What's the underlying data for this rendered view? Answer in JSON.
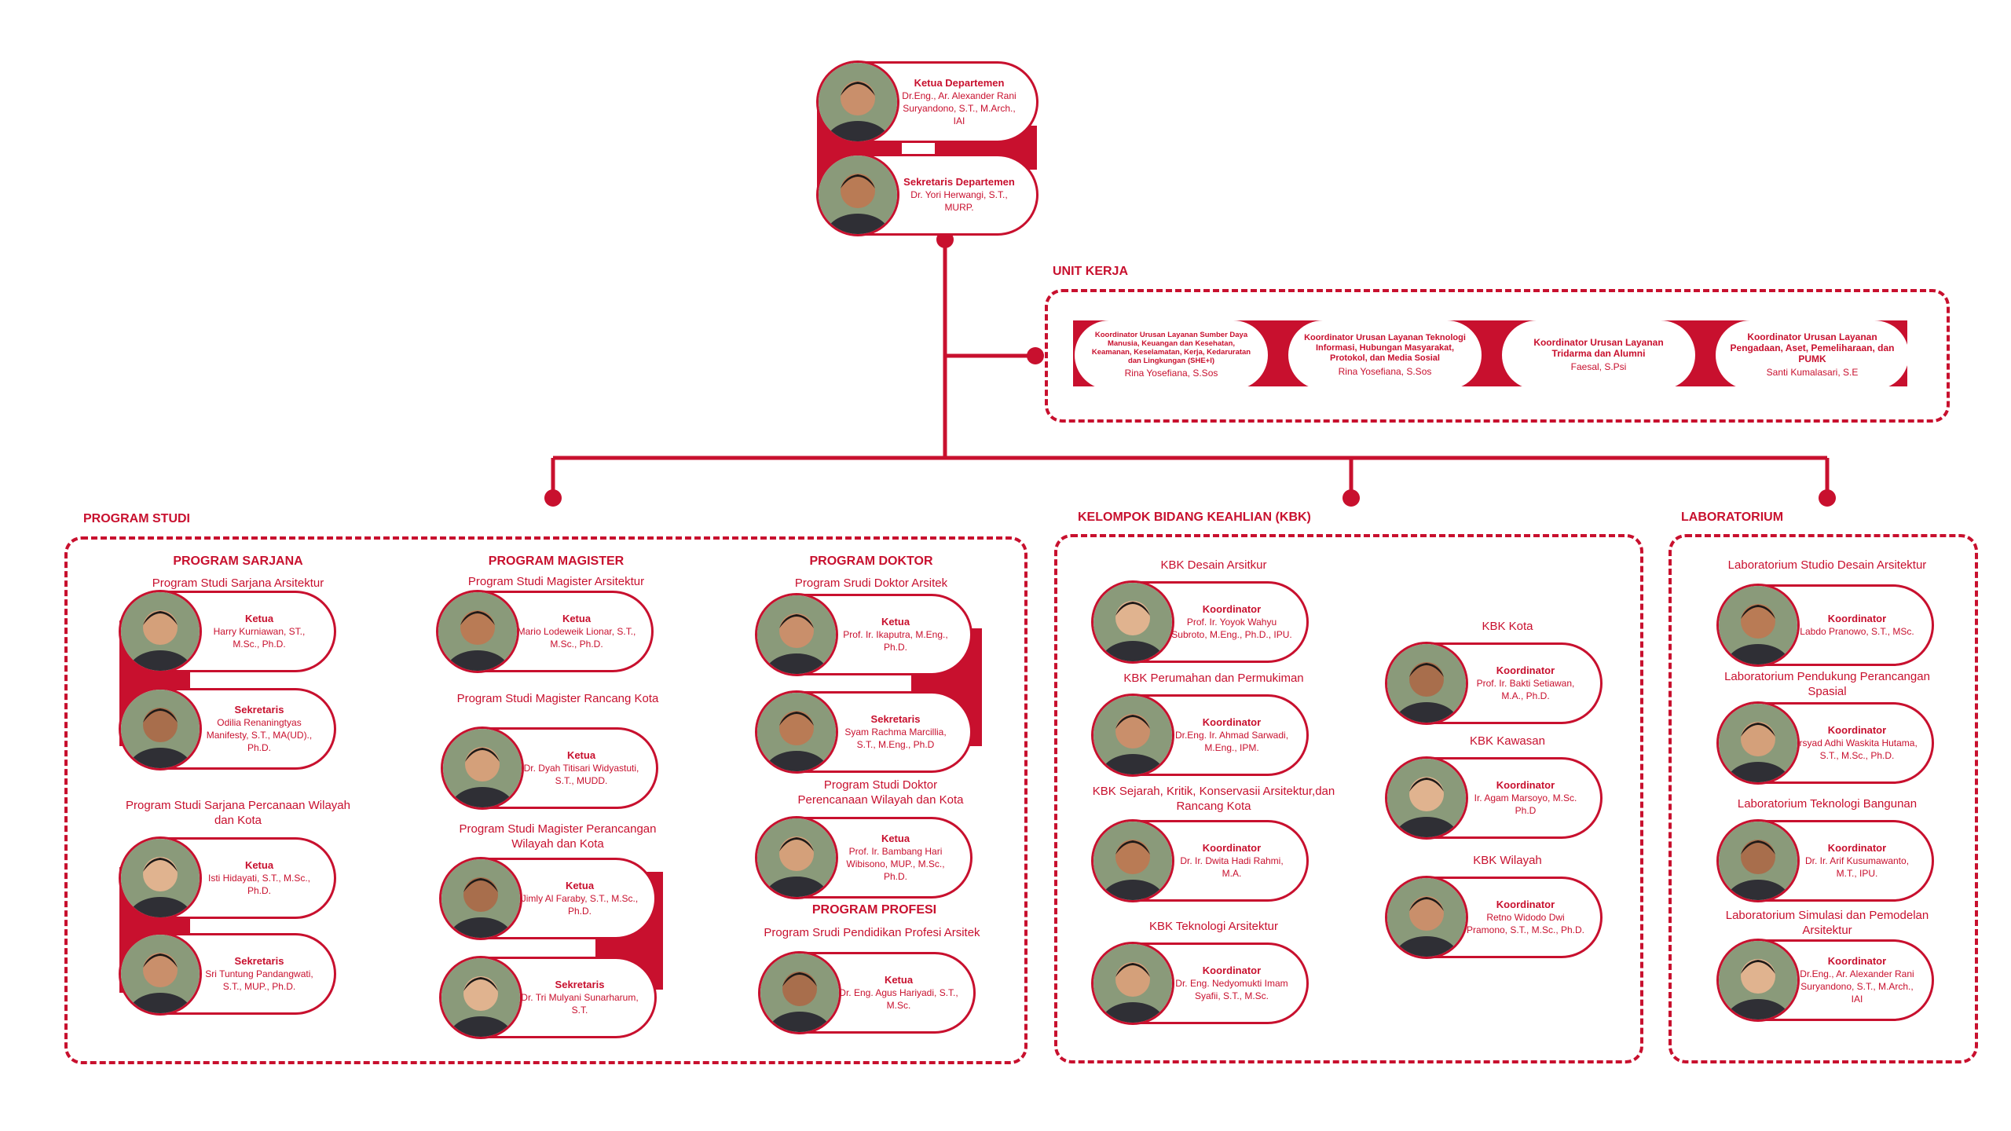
{
  "head": [
    {
      "role": "Ketua Departemen",
      "name": "Dr.Eng., Ar. Alexander Rani Suryandono, S.T., M.Arch., IAI"
    },
    {
      "role": "Sekretaris Departemen",
      "name": "Dr. Yori Herwangi, S.T., MURP."
    }
  ],
  "unit_kerja": {
    "title": "UNIT KERJA",
    "items": [
      {
        "role": "Koordinator Urusan Layanan Sumber Daya Manusia, Keuangan dan Kesehatan, Keamanan, Keselamatan, Kerja, Kedaruratan dan Lingkungan (SHE+I)",
        "name": "Rina Yosefiana, S.Sos"
      },
      {
        "role": "Koordinator Urusan Layanan Teknologi Informasi, Hubungan Masyarakat, Protokol, dan Media Sosial",
        "name": "Rina Yosefiana, S.Sos"
      },
      {
        "role": "Koordinator Urusan Layanan Tridarma dan Alumni",
        "name": "Faesal, S.Psi"
      },
      {
        "role": "Koordinator Urusan Layanan Pengadaan, Aset, Pemeliharaan, dan PUMK",
        "name": "Santi Kumalasari, S.E"
      }
    ]
  },
  "program_studi": {
    "title": "PROGRAM STUDI",
    "sarjana": {
      "title": "PROGRAM SARJANA",
      "ars_title": "Program Studi Sarjana Arsitektur",
      "ars": [
        {
          "role": "Ketua",
          "name": "Harry Kurniawan, ST., M.Sc., Ph.D."
        },
        {
          "role": "Sekretaris",
          "name": "Odilia Renaningtyas Manifesty, S.T., MA(UD)., Ph.D."
        }
      ],
      "pwk_title": "Program Studi Sarjana Percanaan Wilayah dan Kota",
      "pwk": [
        {
          "role": "Ketua",
          "name": "Isti Hidayati, S.T., M.Sc., Ph.D."
        },
        {
          "role": "Sekretaris",
          "name": "Sri Tuntung Pandangwati, S.T., MUP., Ph.D."
        }
      ]
    },
    "magister": {
      "title": "PROGRAM MAGISTER",
      "ars_title": "Program Studi Magister Arsitektur",
      "ars": [
        {
          "role": "Ketua",
          "name": "Mario Lodeweik Lionar, S.T., M.Sc., Ph.D."
        }
      ],
      "rk_title": "Program Studi Magister Rancang Kota",
      "rk": [
        {
          "role": "Ketua",
          "name": "Dr. Dyah Titisari Widyastuti, S.T., MUDD."
        }
      ],
      "pwk_title": "Program Studi Magister Perancangan Wilayah dan Kota",
      "pwk": [
        {
          "role": "Ketua",
          "name": "Jimly Al Faraby, S.T., M.Sc., Ph.D."
        },
        {
          "role": "Sekretaris",
          "name": "Dr. Tri Mulyani Sunarharum, S.T."
        }
      ]
    },
    "doktor": {
      "title": "PROGRAM DOKTOR",
      "ars_title": "Program Srudi Doktor Arsitek",
      "ars": [
        {
          "role": "Ketua",
          "name": "Prof. Ir. Ikaputra, M.Eng., Ph.D."
        },
        {
          "role": "Sekretaris",
          "name": "Syam Rachma Marcillia, S.T., M.Eng., Ph.D"
        }
      ],
      "pwk_title": "Program Studi Doktor Perencanaan Wilayah dan Kota",
      "pwk": [
        {
          "role": "Ketua",
          "name": "Prof. Ir. Bambang Hari Wibisono, MUP., M.Sc., Ph.D."
        }
      ]
    },
    "profesi": {
      "title": "PROGRAM PROFESI",
      "sub_title": "Program Srudi Pendidikan Profesi Arsitek",
      "items": [
        {
          "role": "Ketua",
          "name": "Dr. Eng. Agus Hariyadi, S.T., M.Sc."
        }
      ]
    }
  },
  "kbk": {
    "title": "KELOMPOK BIDANG KEAHLIAN (KBK)",
    "left": [
      {
        "title": "KBK Desain Arsitkur",
        "role": "Koordinator",
        "name": "Prof. Ir. Yoyok Wahyu Subroto, M.Eng., Ph.D., IPU."
      },
      {
        "title": "KBK Perumahan dan Permukiman",
        "role": "Koordinator",
        "name": "Dr.Eng. Ir. Ahmad Sarwadi, M.Eng., IPM."
      },
      {
        "title": "KBK Sejarah, Kritik, Konservasii Arsitektur,dan Rancang Kota",
        "role": "Koordinator",
        "name": "Dr. Ir. Dwita Hadi Rahmi, M.A."
      },
      {
        "title": "KBK Teknologi Arsitektur",
        "role": "Koordinator",
        "name": "Dr. Eng. Nedyomukti Imam Syafii, S.T., M.Sc."
      }
    ],
    "right": [
      {
        "title": "KBK Kota",
        "role": "Koordinator",
        "name": "Prof. Ir. Bakti Setiawan, M.A., Ph.D."
      },
      {
        "title": "KBK Kawasan",
        "role": "Koordinator",
        "name": "Ir. Agam Marsoyo, M.Sc. Ph.D"
      },
      {
        "title": "KBK Wilayah",
        "role": "Koordinator",
        "name": "Retno Widodo Dwi Pramono, S.T., M.Sc., Ph.D."
      }
    ]
  },
  "lab": {
    "title": "LABORATORIUM",
    "items": [
      {
        "title": "Laboratorium Studio Desain Arsitektur",
        "role": "Koordinator",
        "name": "Labdo Pranowo, S.T., MSc."
      },
      {
        "title": "Laboratorium Pendukung Perancangan Spasial",
        "role": "Koordinator",
        "name": "Irsyad Adhi Waskita Hutama, S.T., M.Sc., Ph.D."
      },
      {
        "title": "Laboratorium Teknologi Bangunan",
        "role": "Koordinator",
        "name": "Dr. Ir. Arif Kusumawanto, M.T., IPU."
      },
      {
        "title": "Laboratorium Simulasi dan Pemodelan Arsitektur",
        "role": "Koordinator",
        "name": "Dr.Eng., Ar. Alexander Rani Suryandono, S.T., M.Arch., IAI"
      }
    ]
  },
  "colors": {
    "accent": "#c8102e",
    "background": "#ffffff"
  },
  "icons": {
    "person": "person-photo-icon"
  }
}
